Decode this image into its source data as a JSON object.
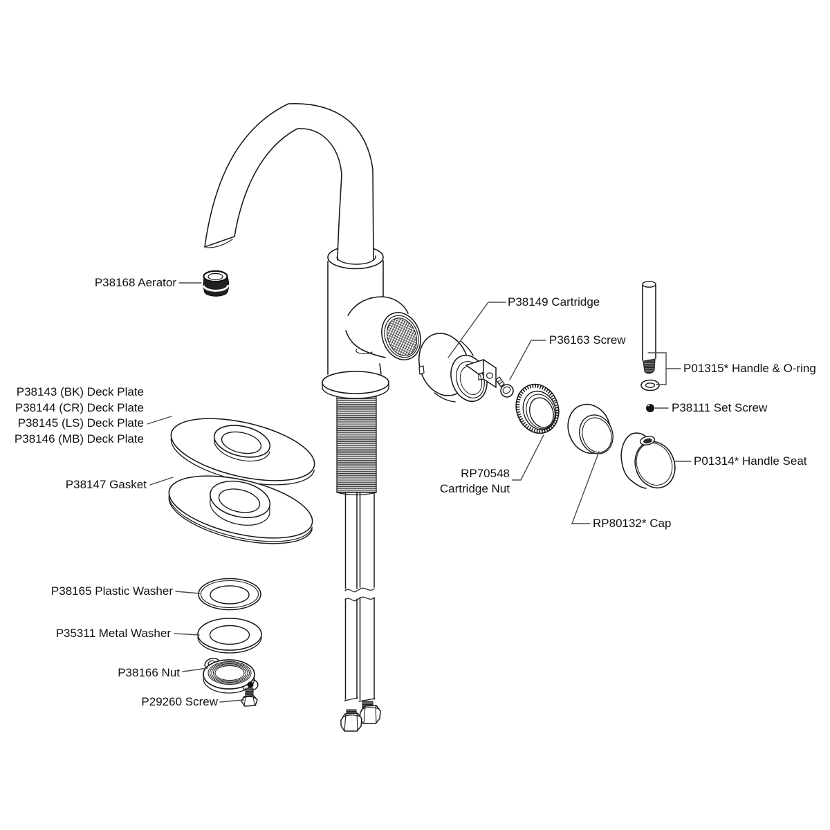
{
  "diagram": {
    "background_color": "#ffffff",
    "line_color": "#1b1b1b",
    "leader_color": "#4a4a4a",
    "labels": {
      "aerator": "P38168 Aerator",
      "deck_plate_bk": "P38143 (BK) Deck Plate",
      "deck_plate_cr": "P38144 (CR) Deck Plate",
      "deck_plate_ls": "P38145 (LS) Deck Plate",
      "deck_plate_mb": "P38146 (MB) Deck Plate",
      "gasket": "P38147 Gasket",
      "plastic_washer": "P38165 Plastic Washer",
      "metal_washer": "P35311 Metal Washer",
      "nut": "P38166 Nut",
      "screw": "P29260 Screw",
      "cartridge": "P38149 Cartridge",
      "cartridge_screw": "P36163 Screw",
      "handle_oring": "P01315* Handle & O-ring",
      "set_screw": "P38111 Set Screw",
      "handle_seat": "P01314* Handle Seat",
      "cartridge_nut_line1": "RP70548",
      "cartridge_nut_line2": "Cartridge Nut",
      "cap": "RP80132* Cap"
    }
  }
}
